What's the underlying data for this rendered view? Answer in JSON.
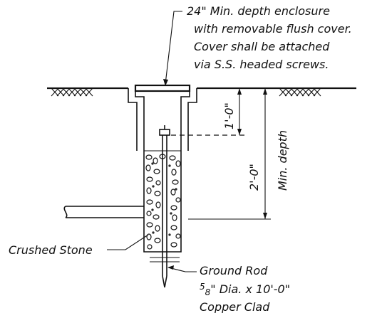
{
  "enclosure_note": {
    "line1": "24\" Min. depth enclosure",
    "line2": "with removable flush cover.",
    "line3": "Cover shall be attached",
    "line4": "via S.S. headed screws."
  },
  "dimensions": {
    "cover_to_rod_top": "1'-0\"",
    "enclosure_depth": "2'-0\"",
    "enclosure_depth_note": "Min. depth"
  },
  "crushed_stone_label": "Crushed Stone",
  "ground_rod_note": {
    "line1": "Ground Rod",
    "line2_frac_num": "5",
    "line2_frac_den": "8",
    "line2_rest": "\" Dia. x 10'-0\"",
    "line3": "Copper Clad"
  }
}
